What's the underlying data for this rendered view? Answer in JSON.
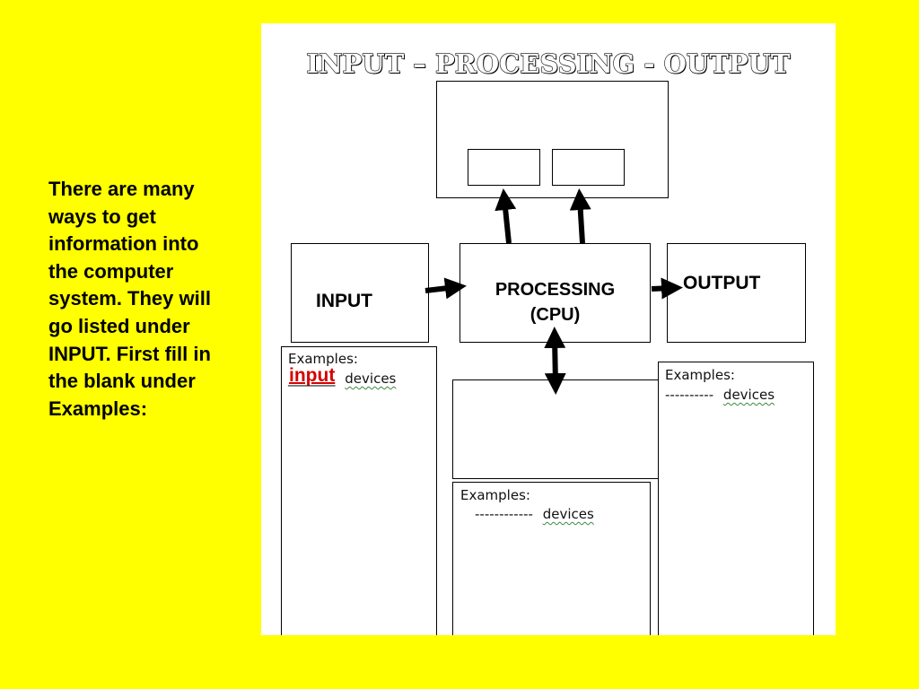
{
  "side_text": "There are many ways to get information into the computer system. They will go listed under INPUT.  First fill in the blank under Examples:",
  "worksheet": {
    "title": "INPUT – PROCESSING - OUTPUT",
    "input_label": "INPUT",
    "processing_label": "PROCESSING",
    "processing_sub": "(CPU)",
    "output_label": "OUTPUT",
    "examples_label": "Examples:",
    "input_blank_fill": "input",
    "input_blank": "_______",
    "output_blank": "----------",
    "storage_blank": "------------",
    "devices_word": "devices"
  },
  "colors": {
    "background": "#ffff00",
    "filled_answer": "#d40000"
  }
}
